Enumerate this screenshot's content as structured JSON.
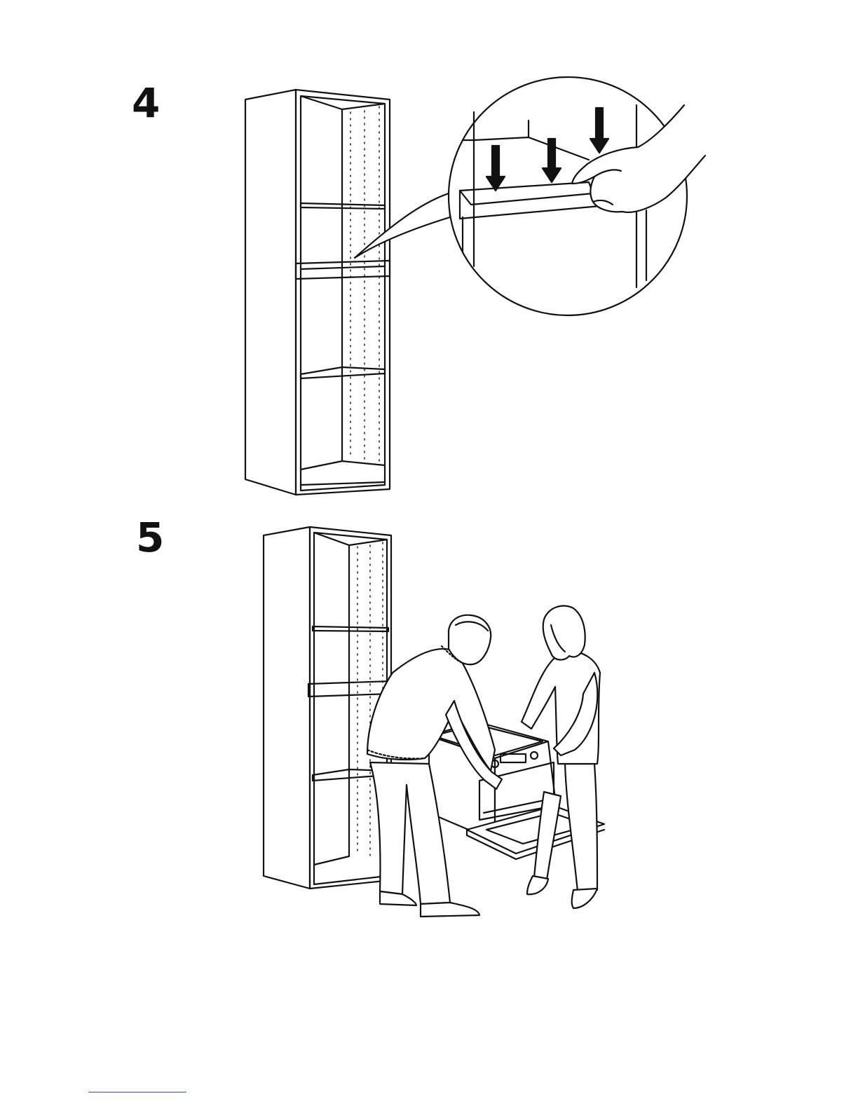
{
  "steps": [
    {
      "number": "4",
      "icon": "cabinet-rail-install-illustration"
    },
    {
      "number": "5",
      "icon": "oven-insertion-illustration"
    }
  ],
  "colors": {
    "line": "#111111",
    "footer_rule": "#3b55c7"
  }
}
